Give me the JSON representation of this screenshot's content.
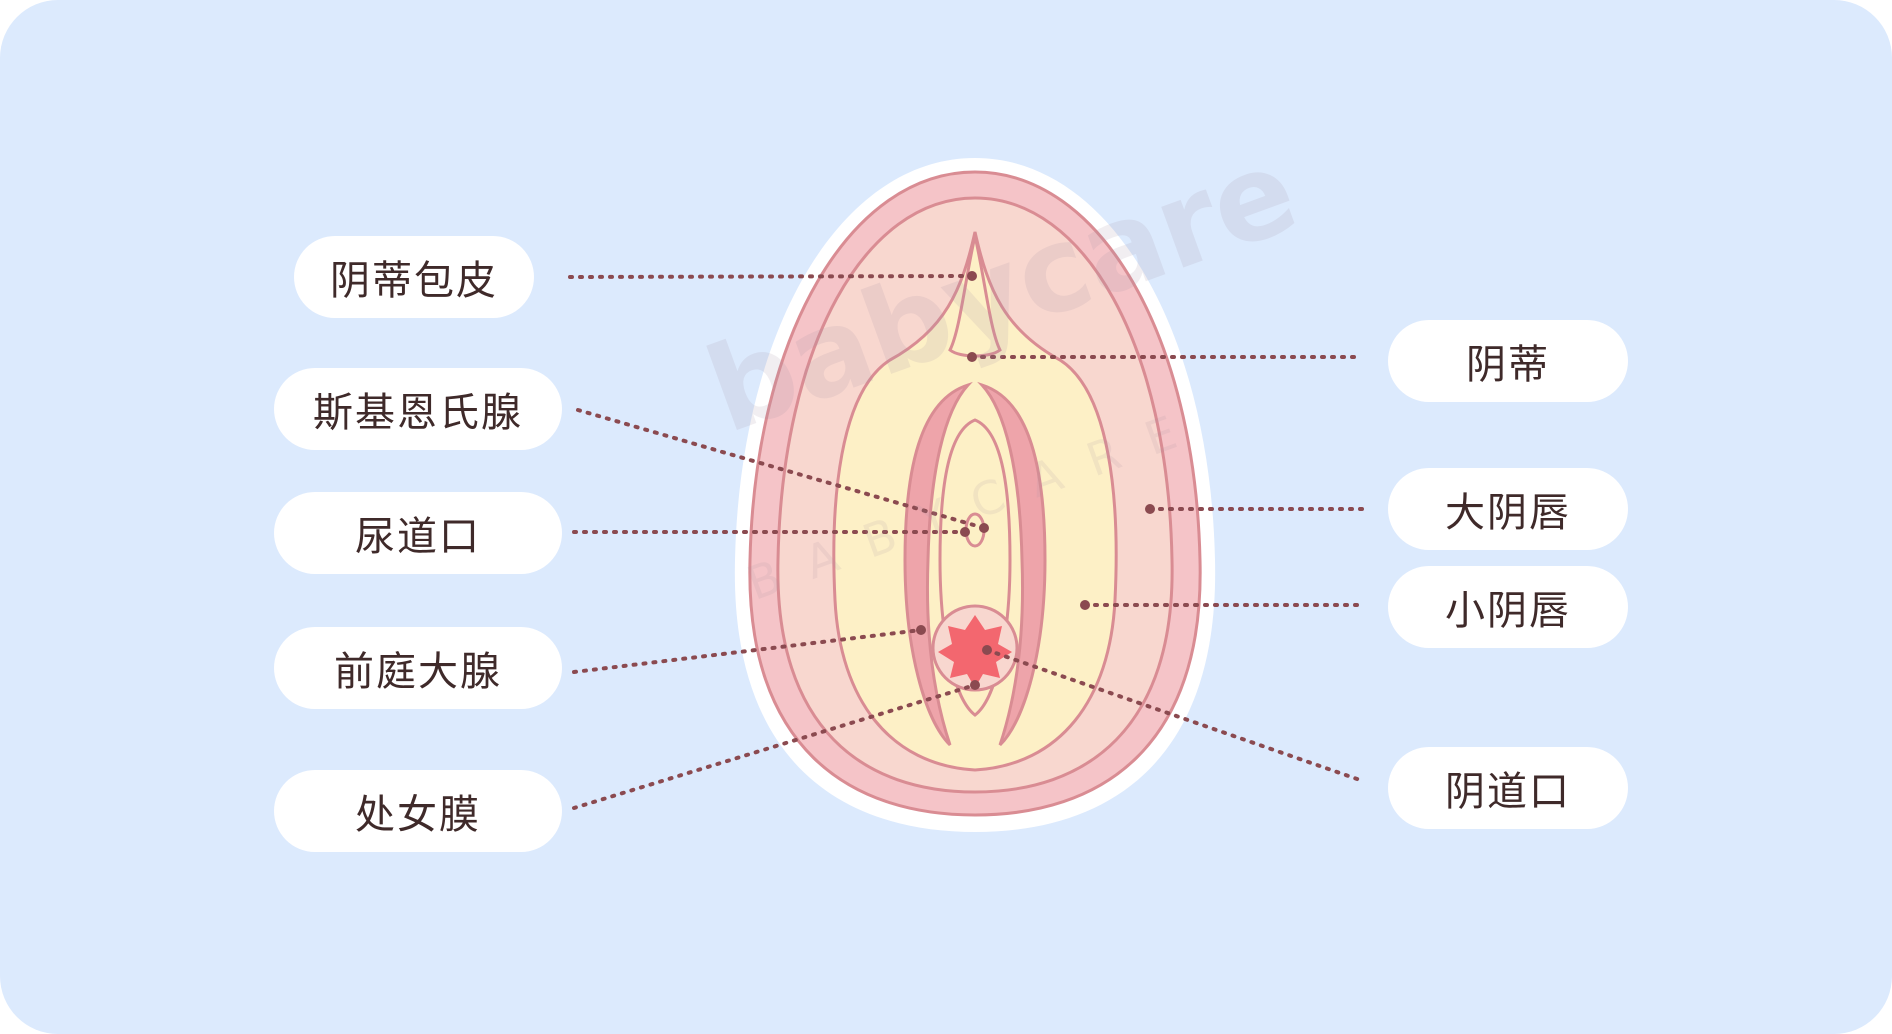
{
  "colors": {
    "panel_background": "#dceafd",
    "label_background": "#ffffff",
    "label_text": "#3f2a2a",
    "leader_line": "#8b4a50",
    "outer_halo": "#ffffff",
    "outer_layer": "#f5c4c8",
    "labia_majora": "#f8d7cf",
    "inner_fill": "#fdf0c6",
    "outline": "#d98c93",
    "labia_minora": "#eea4aa",
    "vaginal_opening": "#f2545e"
  },
  "watermark": {
    "main": "babycare",
    "sub": "BABYCARE"
  },
  "labels": {
    "clitoral_hood": "阴蒂包皮",
    "skenes_gland": "斯基恩氏腺",
    "urethral_opening": "尿道口",
    "bartholin_gland": "前庭大腺",
    "hymen": "处女膜",
    "clitoris": "阴蒂",
    "labia_majora": "大阴唇",
    "labia_minora": "小阴唇",
    "vaginal_opening": "阴道口"
  }
}
